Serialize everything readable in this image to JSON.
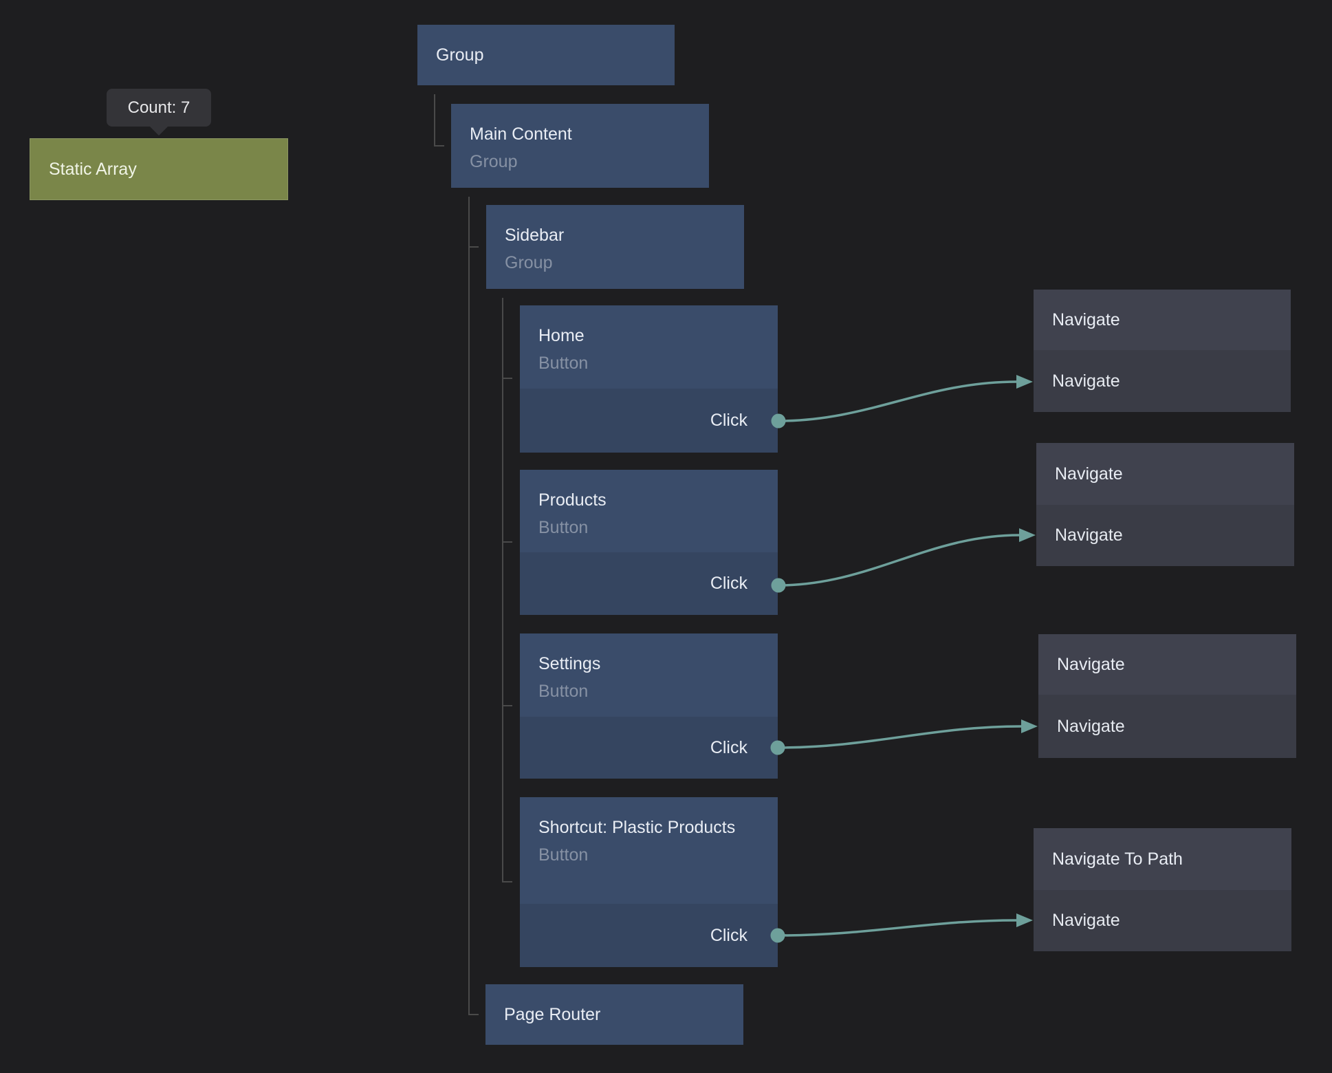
{
  "tooltip": {
    "label": "Count: 7"
  },
  "array_node": {
    "title": "Static Array"
  },
  "tree": {
    "root": {
      "title": "Group"
    },
    "main_content": {
      "title": "Main Content",
      "subtitle": "Group"
    },
    "sidebar": {
      "title": "Sidebar",
      "subtitle": "Group"
    },
    "buttons": [
      {
        "title": "Home",
        "subtitle": "Button",
        "output": "Click"
      },
      {
        "title": "Products",
        "subtitle": "Button",
        "output": "Click"
      },
      {
        "title": "Settings",
        "subtitle": "Button",
        "output": "Click"
      },
      {
        "title": "Shortcut: Plastic Products",
        "subtitle": "Button",
        "output": "Click"
      }
    ],
    "page_router": {
      "title": "Page Router"
    }
  },
  "action_nodes": [
    {
      "title": "Navigate",
      "input": "Navigate"
    },
    {
      "title": "Navigate",
      "input": "Navigate"
    },
    {
      "title": "Navigate",
      "input": "Navigate"
    },
    {
      "title": "Navigate To Path",
      "input": "Navigate"
    }
  ],
  "colors": {
    "background": "#1e1e20",
    "node_blue": "#3a4c6a",
    "node_blue_footer": "#354560",
    "node_gray_header": "#40424e",
    "node_gray_body": "#3a3c46",
    "array_green": "#7a8649",
    "wire_teal": "#6ea09b",
    "tree_line_gray": "#4a4a4a"
  }
}
